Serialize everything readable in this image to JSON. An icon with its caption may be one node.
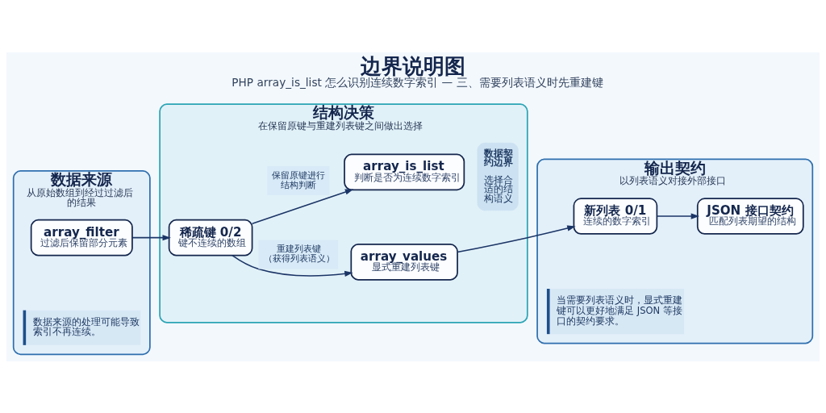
{
  "diagram": {
    "title": "边界说明图",
    "caption": "PHP array_is_list 怎么识别连续数字索引 — 三、需要列表语义时先重建键",
    "nodes": [
      {
        "text": [
          "数据来源",
          "从原始数组到经过过滤后的结果"
        ]
      },
      {
        "text": [
          "array_filter",
          "过滤后保留部分元素"
        ],
        "in": 0
      },
      {
        "text": [
          "数据来源的处理可能导致索引不再连续。"
        ],
        "in": 0
      },
      {
        "text": [
          "结构决策",
          "在保留原键与重建列表键之间做出选择"
        ]
      },
      {
        "text": [
          "稀疏键 0/2",
          "键不连续的数组"
        ],
        "in": 3
      },
      {
        "text": [
          "array_is_list",
          "判断是否为连续数字索引"
        ],
        "in": 3
      },
      {
        "text": [
          "array_values",
          "显式重建列表键"
        ],
        "in": 3
      },
      {
        "text": [
          "数据契约边界",
          "选择合适的结构语义"
        ],
        "in": 3
      },
      {
        "text": [
          "输出契约",
          "以列表语义对接外部接口"
        ]
      },
      {
        "text": [
          "新列表 0/1",
          "连续的数字索引"
        ],
        "in": 8
      },
      {
        "text": [
          "JSON 接口契约",
          "匹配列表期望的结构"
        ],
        "in": 8
      },
      {
        "text": [
          "当需要列表语义时，显式重建键可以更好地满足 JSON 等接口的契约要求。"
        ],
        "in": 8
      }
    ],
    "edges": [
      {
        "from": 1,
        "to": 4,
        "arrow": "to"
      },
      {
        "from": 4,
        "to": 5,
        "arrow": "to",
        "label": "保留原键进行结构判断"
      },
      {
        "from": 4,
        "to": 6,
        "arrow": "to",
        "label": "重建列表键（获得列表语义）"
      },
      {
        "from": 6,
        "to": 9,
        "arrow": "to"
      },
      {
        "from": 9,
        "to": 10,
        "arrow": "to"
      }
    ]
  }
}
